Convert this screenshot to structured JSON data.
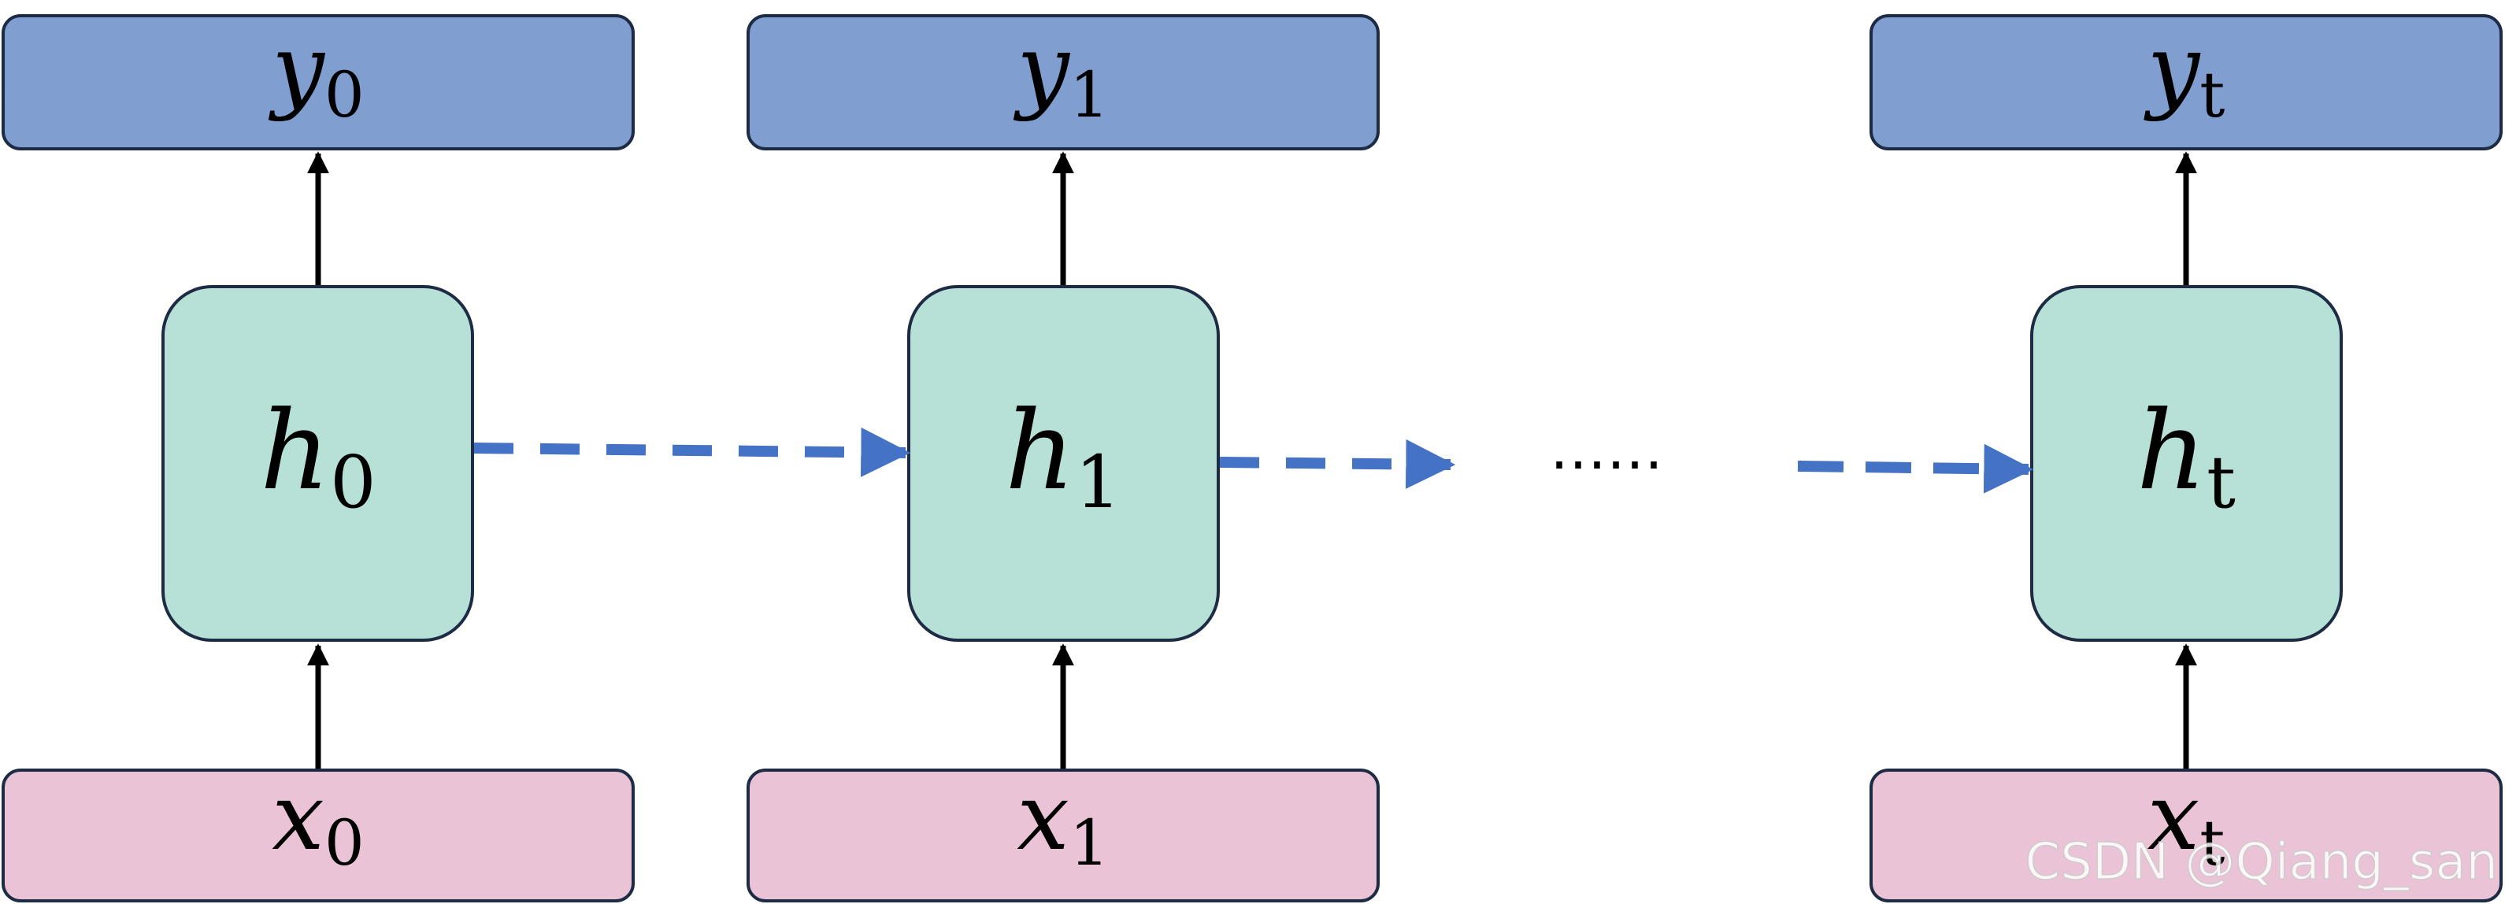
{
  "colors": {
    "output_fill": "#809fd0",
    "hidden_fill": "#b7e1d7",
    "input_fill": "#eac4d6",
    "box_stroke": "#1d2b45",
    "recurrent_arrow": "#4472c4",
    "vertical_arrow": "#000000"
  },
  "steps": [
    {
      "output": {
        "base": "y",
        "sub": "0"
      },
      "hidden": {
        "base": "h",
        "sub": "0"
      },
      "input": {
        "base": "x",
        "sub": "0"
      }
    },
    {
      "output": {
        "base": "y",
        "sub": "1"
      },
      "hidden": {
        "base": "h",
        "sub": "1"
      },
      "input": {
        "base": "x",
        "sub": "1"
      }
    },
    {
      "output": {
        "base": "y",
        "sub": "t"
      },
      "hidden": {
        "base": "h",
        "sub": "t"
      },
      "input": {
        "base": "x",
        "sub": "t"
      }
    }
  ],
  "ellipsis": "……",
  "watermark": "CSDN @Qiang_san"
}
